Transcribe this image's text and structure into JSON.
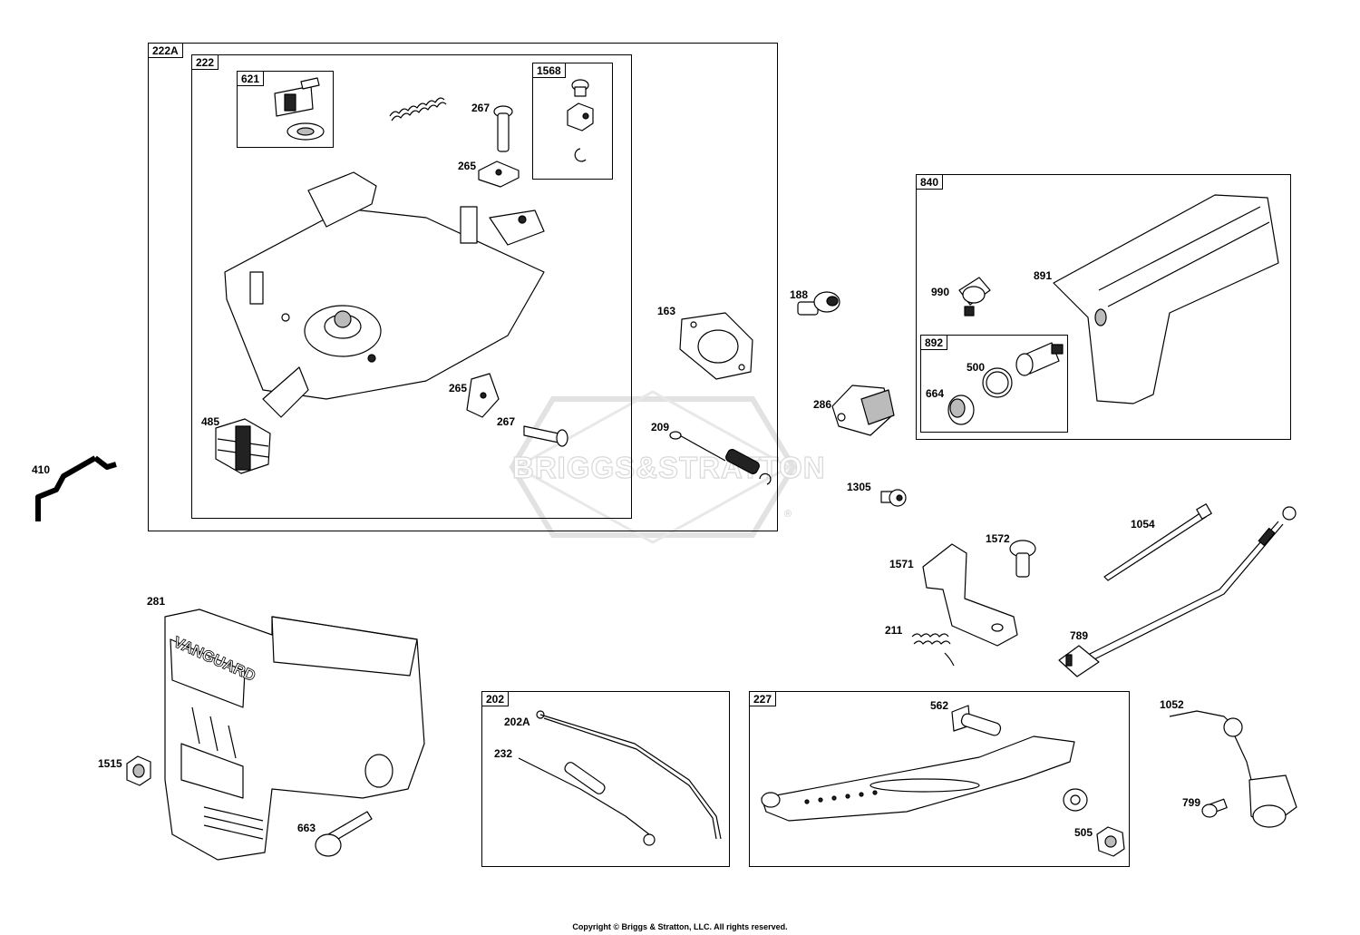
{
  "diagram": {
    "boxes": [
      {
        "id": "222A",
        "label": "222A"
      },
      {
        "id": "222",
        "label": "222"
      },
      {
        "id": "621",
        "label": "621"
      },
      {
        "id": "1568",
        "label": "1568"
      },
      {
        "id": "840",
        "label": "840"
      },
      {
        "id": "892",
        "label": "892"
      },
      {
        "id": "202",
        "label": "202"
      },
      {
        "id": "227",
        "label": "227"
      }
    ],
    "callouts": [
      {
        "id": "267a",
        "label": "267"
      },
      {
        "id": "265a",
        "label": "265"
      },
      {
        "id": "163",
        "label": "163"
      },
      {
        "id": "265b",
        "label": "265"
      },
      {
        "id": "267b",
        "label": "267"
      },
      {
        "id": "485",
        "label": "485"
      },
      {
        "id": "209",
        "label": "209"
      },
      {
        "id": "410",
        "label": "410"
      },
      {
        "id": "188",
        "label": "188"
      },
      {
        "id": "990",
        "label": "990"
      },
      {
        "id": "891",
        "label": "891"
      },
      {
        "id": "500",
        "label": "500"
      },
      {
        "id": "664",
        "label": "664"
      },
      {
        "id": "286",
        "label": "286"
      },
      {
        "id": "1305",
        "label": "1305"
      },
      {
        "id": "1054",
        "label": "1054"
      },
      {
        "id": "1572",
        "label": "1572"
      },
      {
        "id": "1571",
        "label": "1571"
      },
      {
        "id": "211",
        "label": "211"
      },
      {
        "id": "789",
        "label": "789"
      },
      {
        "id": "281",
        "label": "281"
      },
      {
        "id": "1515",
        "label": "1515"
      },
      {
        "id": "663",
        "label": "663"
      },
      {
        "id": "202A",
        "label": "202A"
      },
      {
        "id": "232",
        "label": "232"
      },
      {
        "id": "562",
        "label": "562"
      },
      {
        "id": "505",
        "label": "505"
      },
      {
        "id": "1052",
        "label": "1052"
      },
      {
        "id": "799",
        "label": "799"
      }
    ],
    "watermark_text": "BRIGGS&STRATTON",
    "watermark_mark": "®",
    "shroud_text": "VANGUARD",
    "copyright": "Copyright © Briggs & Stratton, LLC. All rights reserved."
  }
}
